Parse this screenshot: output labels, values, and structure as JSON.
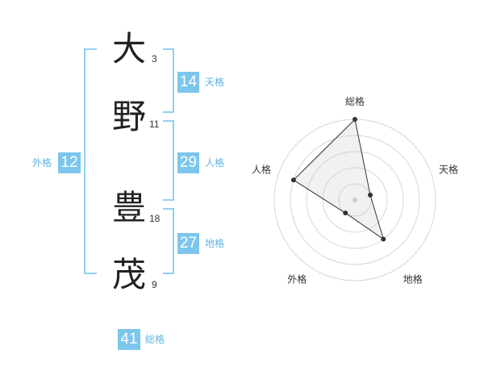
{
  "name": {
    "characters": [
      {
        "char": "大",
        "strokes": "3"
      },
      {
        "char": "野",
        "strokes": "11"
      },
      {
        "char": "豊",
        "strokes": "18"
      },
      {
        "char": "茂",
        "strokes": "9"
      }
    ]
  },
  "grids": {
    "tenkaku": {
      "value": "14",
      "label": "天格"
    },
    "jinkaku": {
      "value": "29",
      "label": "人格"
    },
    "chikaku": {
      "value": "27",
      "label": "地格"
    },
    "gaikaku": {
      "value": "12",
      "label": "外格"
    },
    "soukaku": {
      "value": "41",
      "label": "総格"
    }
  },
  "colors": {
    "accent": "#7cc6ec",
    "bracket": "#8fd0f2",
    "label": "#5fb5e3"
  },
  "chart_data": {
    "type": "radar",
    "axes": [
      "総格",
      "天格",
      "地格",
      "外格",
      "人格"
    ],
    "rings": 5,
    "range": [
      0,
      5
    ],
    "values": [
      5,
      1,
      3,
      1,
      4
    ]
  }
}
